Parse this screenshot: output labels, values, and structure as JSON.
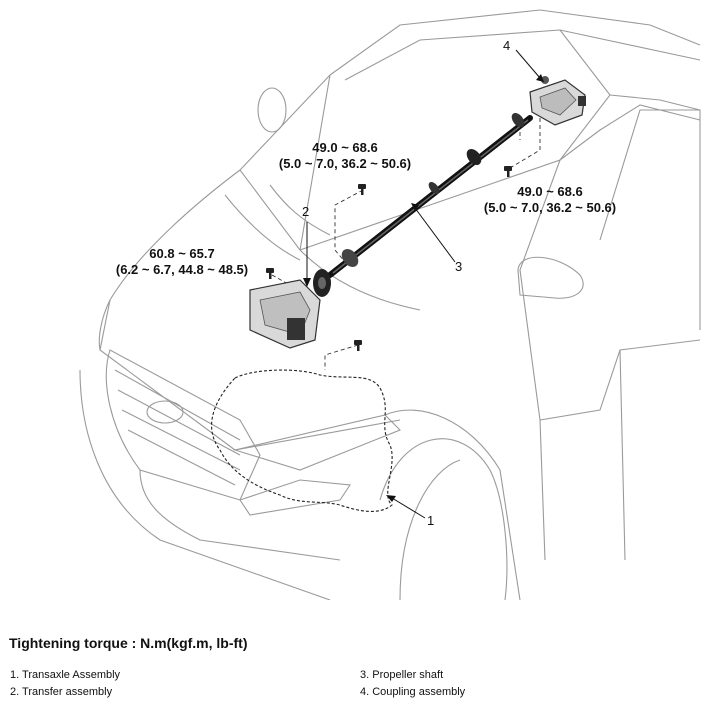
{
  "torque_values": {
    "upper_left": {
      "nm": "49.0 ~ 68.6",
      "alt": "(5.0 ~ 7.0, 36.2 ~ 50.6)"
    },
    "right": {
      "nm": "49.0 ~ 68.6",
      "alt": "(5.0 ~ 7.0, 36.2 ~ 50.6)"
    },
    "left": {
      "nm": "60.8 ~ 65.7",
      "alt": "(6.2 ~ 6.7, 44.8 ~ 48.5)"
    }
  },
  "callouts": [
    "1",
    "2",
    "3",
    "4"
  ],
  "heading": "Tightening torque : N.m(kgf.m, lb-ft)",
  "legend": [
    "1. Transaxle Assembly",
    "2. Transfer assembly",
    "3. Propeller shaft",
    "4. Coupling assembly"
  ]
}
